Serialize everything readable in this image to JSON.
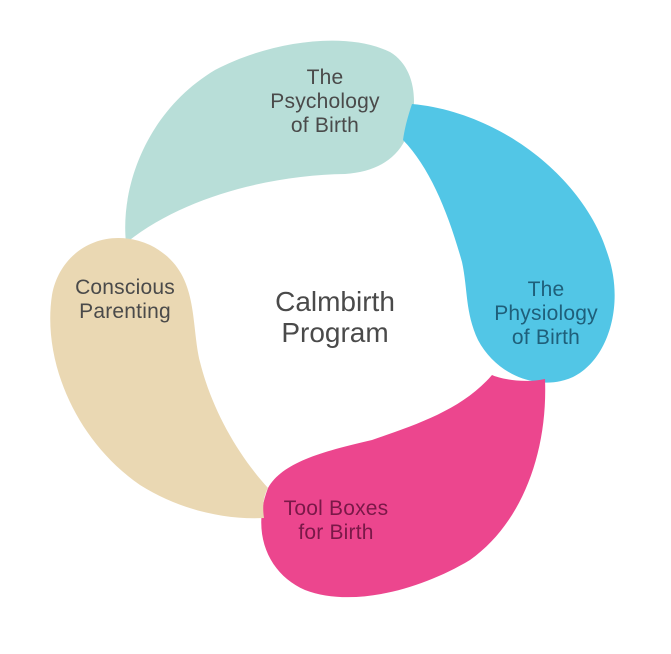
{
  "diagram": {
    "center_title": "Calmbirth\nProgram",
    "center_color": "#4a4a4a",
    "segments": [
      {
        "label": "The\nPsychology\nof Birth",
        "fill": "#b8ded8",
        "text_color": "#4a4a4a"
      },
      {
        "label": "The\nPhysiology\nof Birth",
        "fill": "#52c6e6",
        "text_color": "#1f5f7a"
      },
      {
        "label": "Tool Boxes\nfor Birth",
        "fill": "#ec468e",
        "text_color": "#7a1848"
      },
      {
        "label": "Conscious\nParenting",
        "fill": "#ead8b3",
        "text_color": "#4a4a4a"
      }
    ]
  }
}
